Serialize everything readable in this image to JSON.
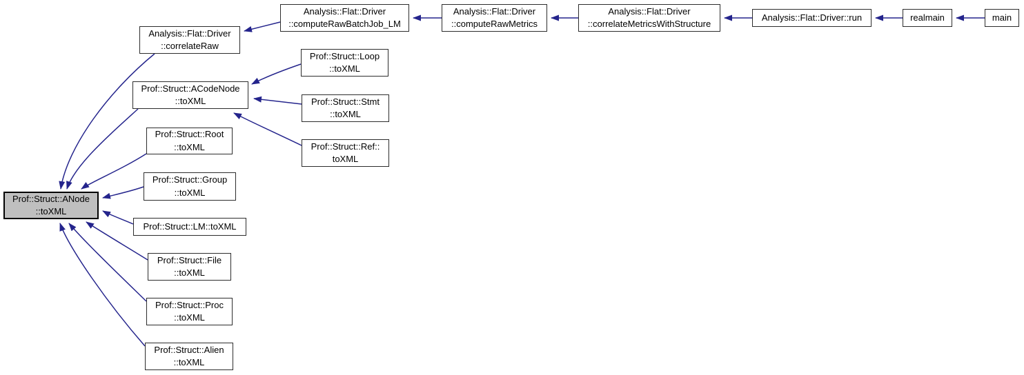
{
  "diagram": {
    "type": "caller-graph",
    "focus_node": "ANode_toXML",
    "arrow_semantics": "arrows point from caller to callee",
    "colors": {
      "edge": "#24248c",
      "node_border": "#2b2b2b",
      "node_fill": "#ffffff",
      "focus_fill": "#bfbfbf",
      "text": "#000000",
      "background": "#ffffff"
    }
  },
  "nodes": [
    {
      "id": "ANode_toXML",
      "label": "Prof::Struct::ANode\n::toXML",
      "focus": true
    },
    {
      "id": "correlateRaw",
      "label": "Analysis::Flat::Driver\n::correlateRaw"
    },
    {
      "id": "computeRawBatchJob_LM",
      "label": "Analysis::Flat::Driver\n::computeRawBatchJob_LM"
    },
    {
      "id": "computeRawMetrics",
      "label": "Analysis::Flat::Driver\n::computeRawMetrics"
    },
    {
      "id": "correlateMetricsWithStructure",
      "label": "Analysis::Flat::Driver\n::correlateMetricsWithStructure"
    },
    {
      "id": "run",
      "label": "Analysis::Flat::Driver::run"
    },
    {
      "id": "realmain",
      "label": "realmain"
    },
    {
      "id": "main",
      "label": "main"
    },
    {
      "id": "ACodeNode_toXML",
      "label": "Prof::Struct::ACodeNode\n::toXML"
    },
    {
      "id": "Loop_toXML",
      "label": "Prof::Struct::Loop\n::toXML"
    },
    {
      "id": "Stmt_toXML",
      "label": "Prof::Struct::Stmt\n::toXML"
    },
    {
      "id": "Ref_toXML",
      "label": "Prof::Struct::Ref::\ntoXML"
    },
    {
      "id": "Root_toXML",
      "label": "Prof::Struct::Root\n::toXML"
    },
    {
      "id": "Group_toXML",
      "label": "Prof::Struct::Group\n::toXML"
    },
    {
      "id": "LM_toXML",
      "label": "Prof::Struct::LM::toXML"
    },
    {
      "id": "File_toXML",
      "label": "Prof::Struct::File\n::toXML"
    },
    {
      "id": "Proc_toXML",
      "label": "Prof::Struct::Proc\n::toXML"
    },
    {
      "id": "Alien_toXML",
      "label": "Prof::Struct::Alien\n::toXML"
    }
  ],
  "edges": [
    {
      "from": "main",
      "to": "realmain"
    },
    {
      "from": "realmain",
      "to": "run"
    },
    {
      "from": "run",
      "to": "correlateMetricsWithStructure"
    },
    {
      "from": "correlateMetricsWithStructure",
      "to": "computeRawMetrics"
    },
    {
      "from": "computeRawMetrics",
      "to": "computeRawBatchJob_LM"
    },
    {
      "from": "computeRawBatchJob_LM",
      "to": "correlateRaw"
    },
    {
      "from": "correlateRaw",
      "to": "ANode_toXML"
    },
    {
      "from": "ACodeNode_toXML",
      "to": "ANode_toXML"
    },
    {
      "from": "Root_toXML",
      "to": "ANode_toXML"
    },
    {
      "from": "Group_toXML",
      "to": "ANode_toXML"
    },
    {
      "from": "LM_toXML",
      "to": "ANode_toXML"
    },
    {
      "from": "File_toXML",
      "to": "ANode_toXML"
    },
    {
      "from": "Proc_toXML",
      "to": "ANode_toXML"
    },
    {
      "from": "Alien_toXML",
      "to": "ANode_toXML"
    },
    {
      "from": "Loop_toXML",
      "to": "ACodeNode_toXML"
    },
    {
      "from": "Stmt_toXML",
      "to": "ACodeNode_toXML"
    },
    {
      "from": "Ref_toXML",
      "to": "ACodeNode_toXML"
    }
  ]
}
